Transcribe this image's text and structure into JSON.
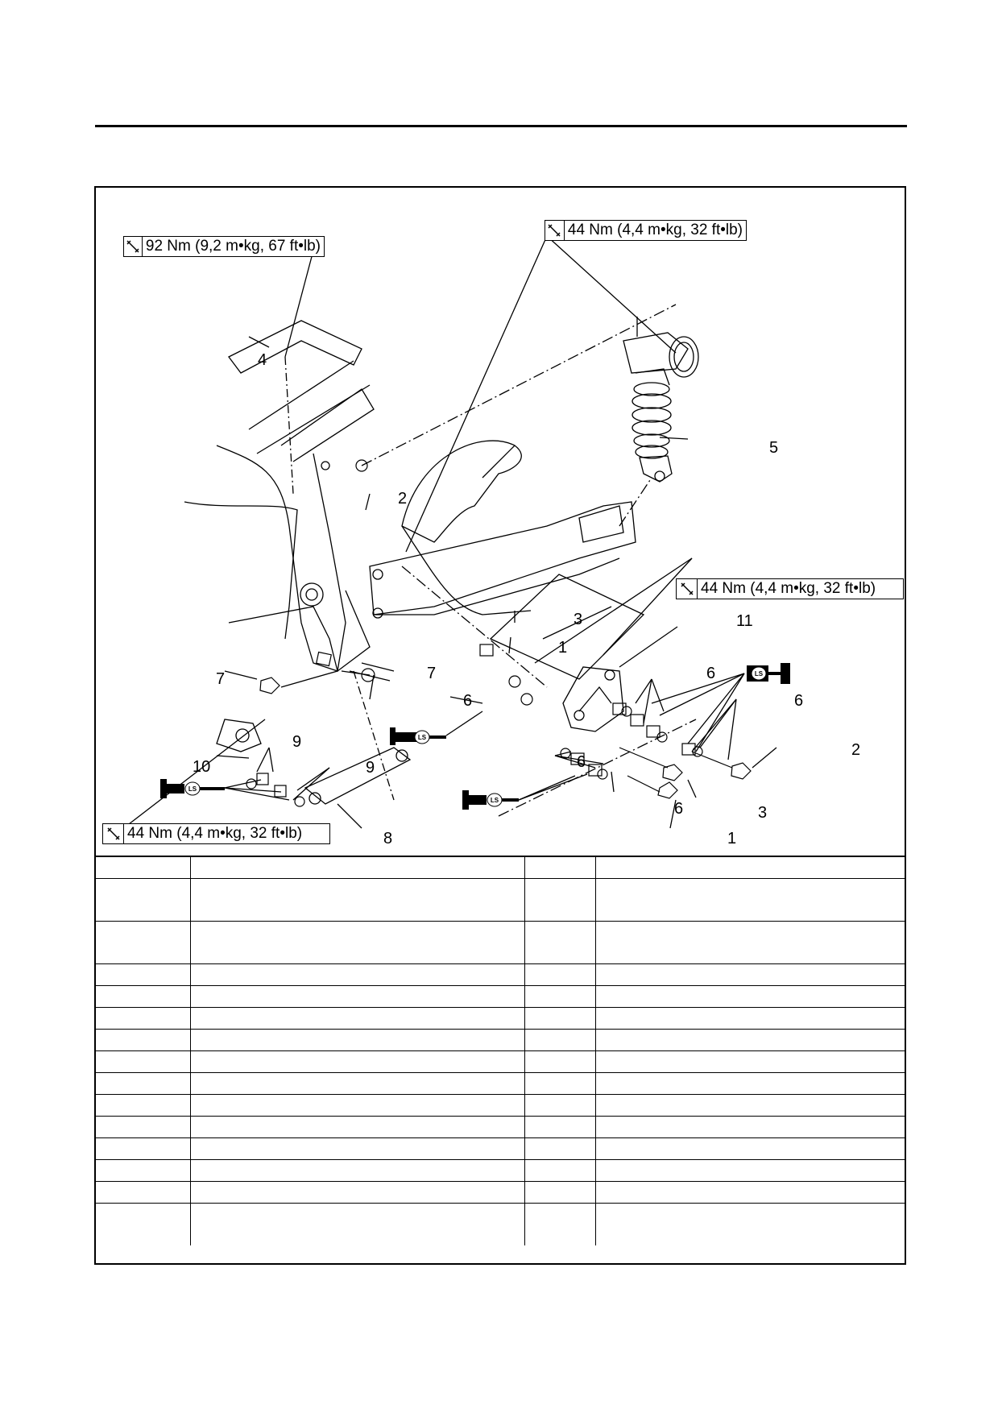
{
  "torque_specs": {
    "top_left": "92 Nm (9,2 m•kg, 67 ft•lb)",
    "top_right": "44 Nm (4,4 m•kg, 32 ft•lb)",
    "middle_right": "44 Nm (4,4 m•kg, 32 ft•lb)",
    "bottom_left": "44 Nm (4,4 m•kg, 32 ft•lb)"
  },
  "lubricant_marks": [
    "LS",
    "LS",
    "LS",
    "LS"
  ],
  "callouts": {
    "c1a": "1",
    "c1b": "1",
    "c2a": "2",
    "c2b": "2",
    "c3a": "3",
    "c3b": "3",
    "c4": "4",
    "c5": "5",
    "c6a": "6",
    "c6b": "6",
    "c6c": "6",
    "c6d": "6",
    "c6e": "6",
    "c7a": "7",
    "c7b": "7",
    "c8": "8",
    "c9a": "9",
    "c9b": "9",
    "c10": "10",
    "c11": "11"
  },
  "table": {
    "rows": 15
  }
}
